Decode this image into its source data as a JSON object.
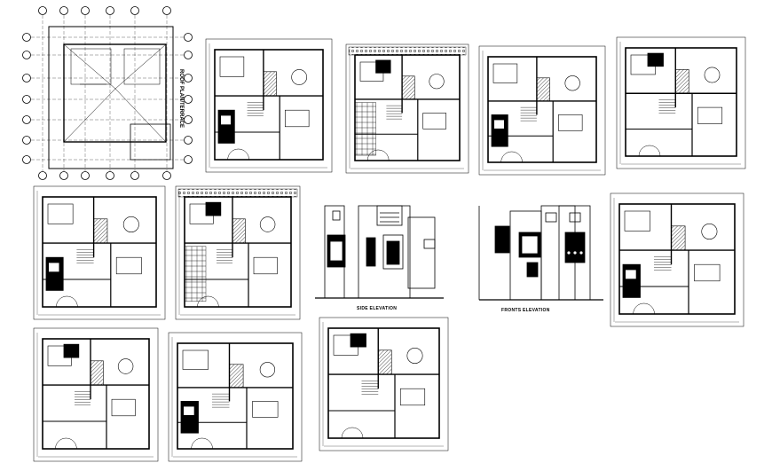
{
  "drawing": {
    "labels": {
      "side_elevation": "SIDE ELEVATION",
      "front_elevation": "FRONTS ELEVATION",
      "roof_plan": "ROOF PLAN/TERRACE"
    }
  }
}
